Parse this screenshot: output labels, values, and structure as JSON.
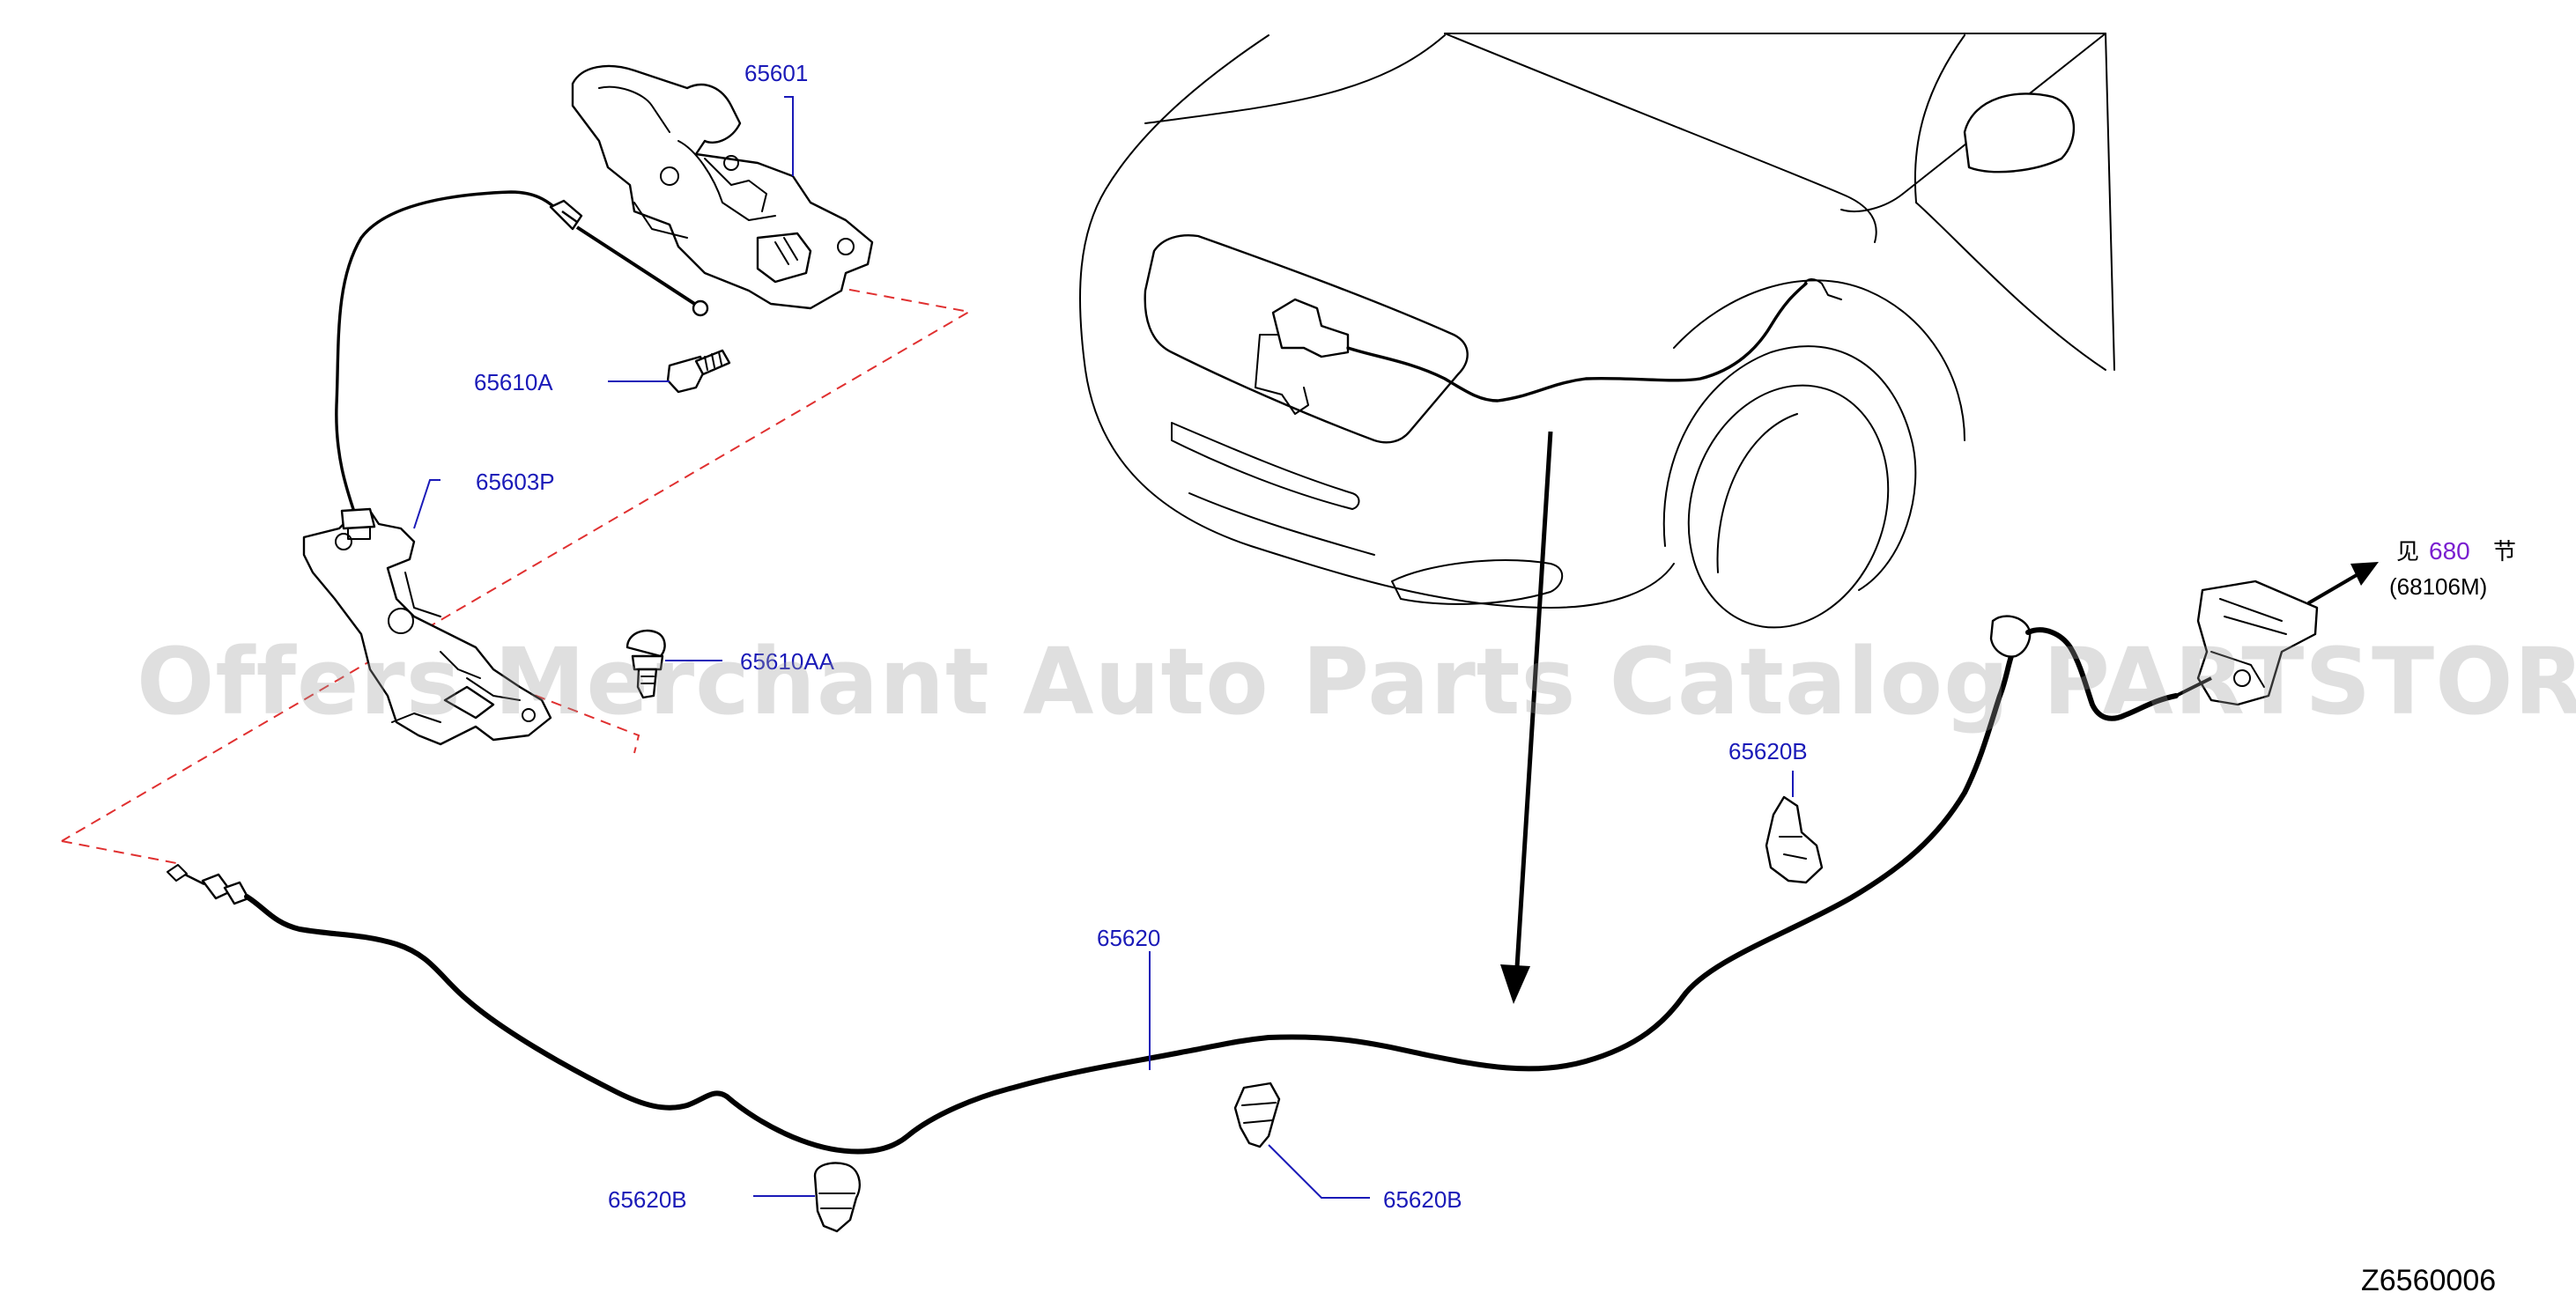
{
  "parts": {
    "hood_lock": "65601",
    "bolt": "65610A",
    "bracket": "65603P",
    "grommet": "65610AA",
    "cable": "65620",
    "clip_right": "65620B",
    "clip_center": "65620B",
    "clip_left": "65620B"
  },
  "reference": {
    "prefix": "见",
    "section": "680",
    "suffix": "节",
    "part": "(68106M)"
  },
  "diagram_id": "Z6560006",
  "watermark": "Offers Merchant Auto Parts Catalog PARTSTORE.SA",
  "colors": {
    "label": "#1a1ab8",
    "reference_link": "#7a1fd0",
    "dashed_guide": "#e03030"
  }
}
